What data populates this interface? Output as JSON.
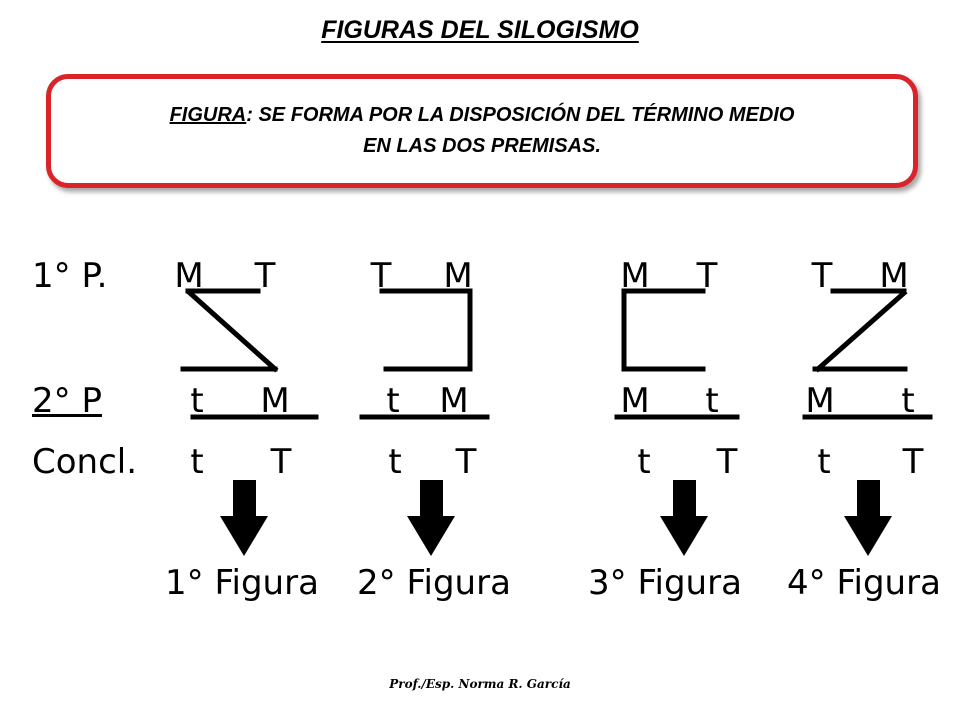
{
  "title": "FIGURAS DEL SILOGISMO",
  "definition": {
    "term": "FIGURA",
    "rest_line1": ": SE FORMA POR LA DISPOSICIÓN DEL TÉRMINO MEDIO",
    "line2": "EN LAS DOS PREMISAS."
  },
  "rows": {
    "premise1": "1° P.",
    "premise2": "2° P",
    "conclusion": "Concl."
  },
  "figures": [
    {
      "label": "1° Figura",
      "p1": [
        "M",
        "T"
      ],
      "p2": [
        "t",
        "M"
      ],
      "concl": [
        "t",
        "T"
      ]
    },
    {
      "label": "2° Figura",
      "p1": [
        "T",
        "M"
      ],
      "p2": [
        "t",
        "M"
      ],
      "concl": [
        "t",
        "T"
      ]
    },
    {
      "label": "3° Figura",
      "p1": [
        "M",
        "T"
      ],
      "p2": [
        "M",
        "t"
      ],
      "concl": [
        "t",
        "T"
      ]
    },
    {
      "label": "4° Figura",
      "p1": [
        "T",
        "M"
      ],
      "p2": [
        "M",
        "t"
      ],
      "concl": [
        "t",
        "T"
      ]
    }
  ],
  "footer": "Prof./Esp. Norma R. García",
  "colors": {
    "box_border": "#d9252a",
    "text": "#000000"
  },
  "icons": [
    "down-arrow-icon"
  ]
}
